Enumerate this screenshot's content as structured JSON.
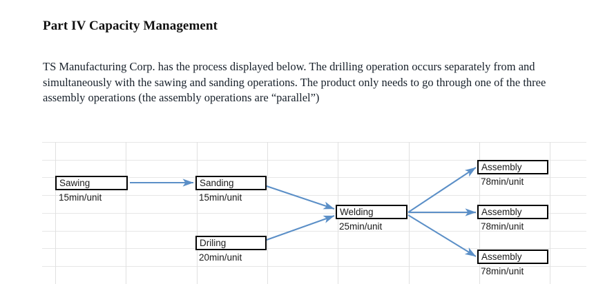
{
  "document": {
    "title": "Part IV Capacity Management",
    "paragraph": "TS Manufacturing Corp. has the process displayed below. The drilling operation occurs separately from and simultaneously with the sawing and sanding operations. The product only needs to go through one of the three assembly operations (the assembly operations are “parallel”)"
  },
  "diagram": {
    "arrow_color": "#5B8FC7",
    "box_border_color": "#000000",
    "grid_line_color": "#E6E6E6",
    "nodes": [
      {
        "id": "sawing",
        "label": "Sawing",
        "time": "15min/unit"
      },
      {
        "id": "sanding",
        "label": "Sanding",
        "time": "15min/unit"
      },
      {
        "id": "driling",
        "label": "Driling",
        "time": "20min/unit"
      },
      {
        "id": "welding",
        "label": "Welding",
        "time": "25min/unit"
      },
      {
        "id": "assembly-1",
        "label": "Assembly",
        "time": "78min/unit"
      },
      {
        "id": "assembly-2",
        "label": "Assembly",
        "time": "78min/unit"
      },
      {
        "id": "assembly-3",
        "label": "Assembly",
        "time": "78min/unit"
      }
    ],
    "edges": [
      {
        "from": "sawing",
        "to": "sanding"
      },
      {
        "from": "sanding",
        "to": "welding"
      },
      {
        "from": "driling",
        "to": "welding"
      },
      {
        "from": "welding",
        "to": "assembly-1"
      },
      {
        "from": "welding",
        "to": "assembly-2"
      },
      {
        "from": "welding",
        "to": "assembly-3"
      }
    ]
  }
}
